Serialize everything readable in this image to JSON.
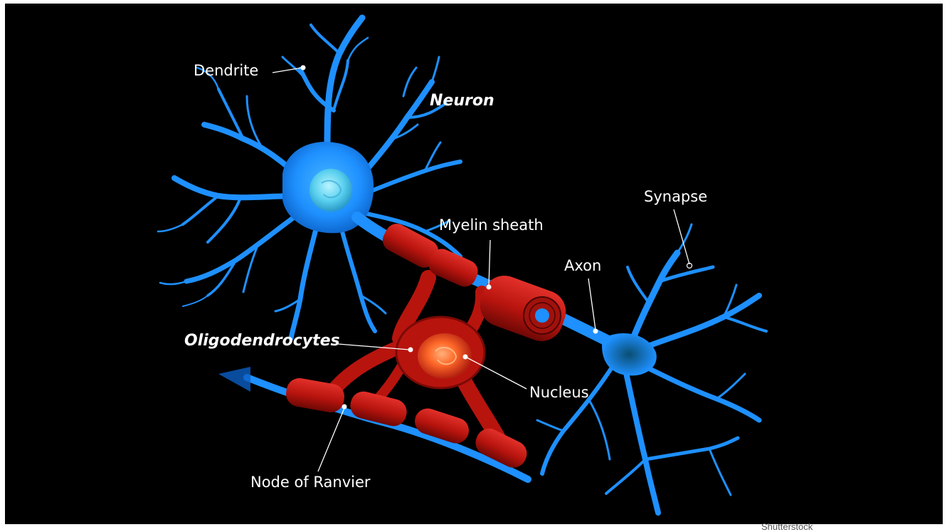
{
  "diagram": {
    "labels": {
      "dendrite": "Dendrite",
      "neuron": "Neuron",
      "synapse": "Synapse",
      "myelin_sheath": "Myelin sheath",
      "axon": "Axon",
      "oligodendrocytes": "Oligodendrocytes",
      "nucleus": "Nucleus",
      "node_of_ranvier": "Node of Ranvier"
    },
    "credit": "Shutterstock"
  },
  "colors": {
    "background": "#000000",
    "neuron_blue": "#1E90FF",
    "neuron_dark_blue": "#0b5fc4",
    "axon_terminal_teal": "#0e6f9a",
    "myelin_red": "#c0160f",
    "myelin_dark_red": "#7a0a06",
    "nucleus_orange": "#ff6a2a",
    "soma_nucleus_cyan": "#7fe3ff"
  }
}
